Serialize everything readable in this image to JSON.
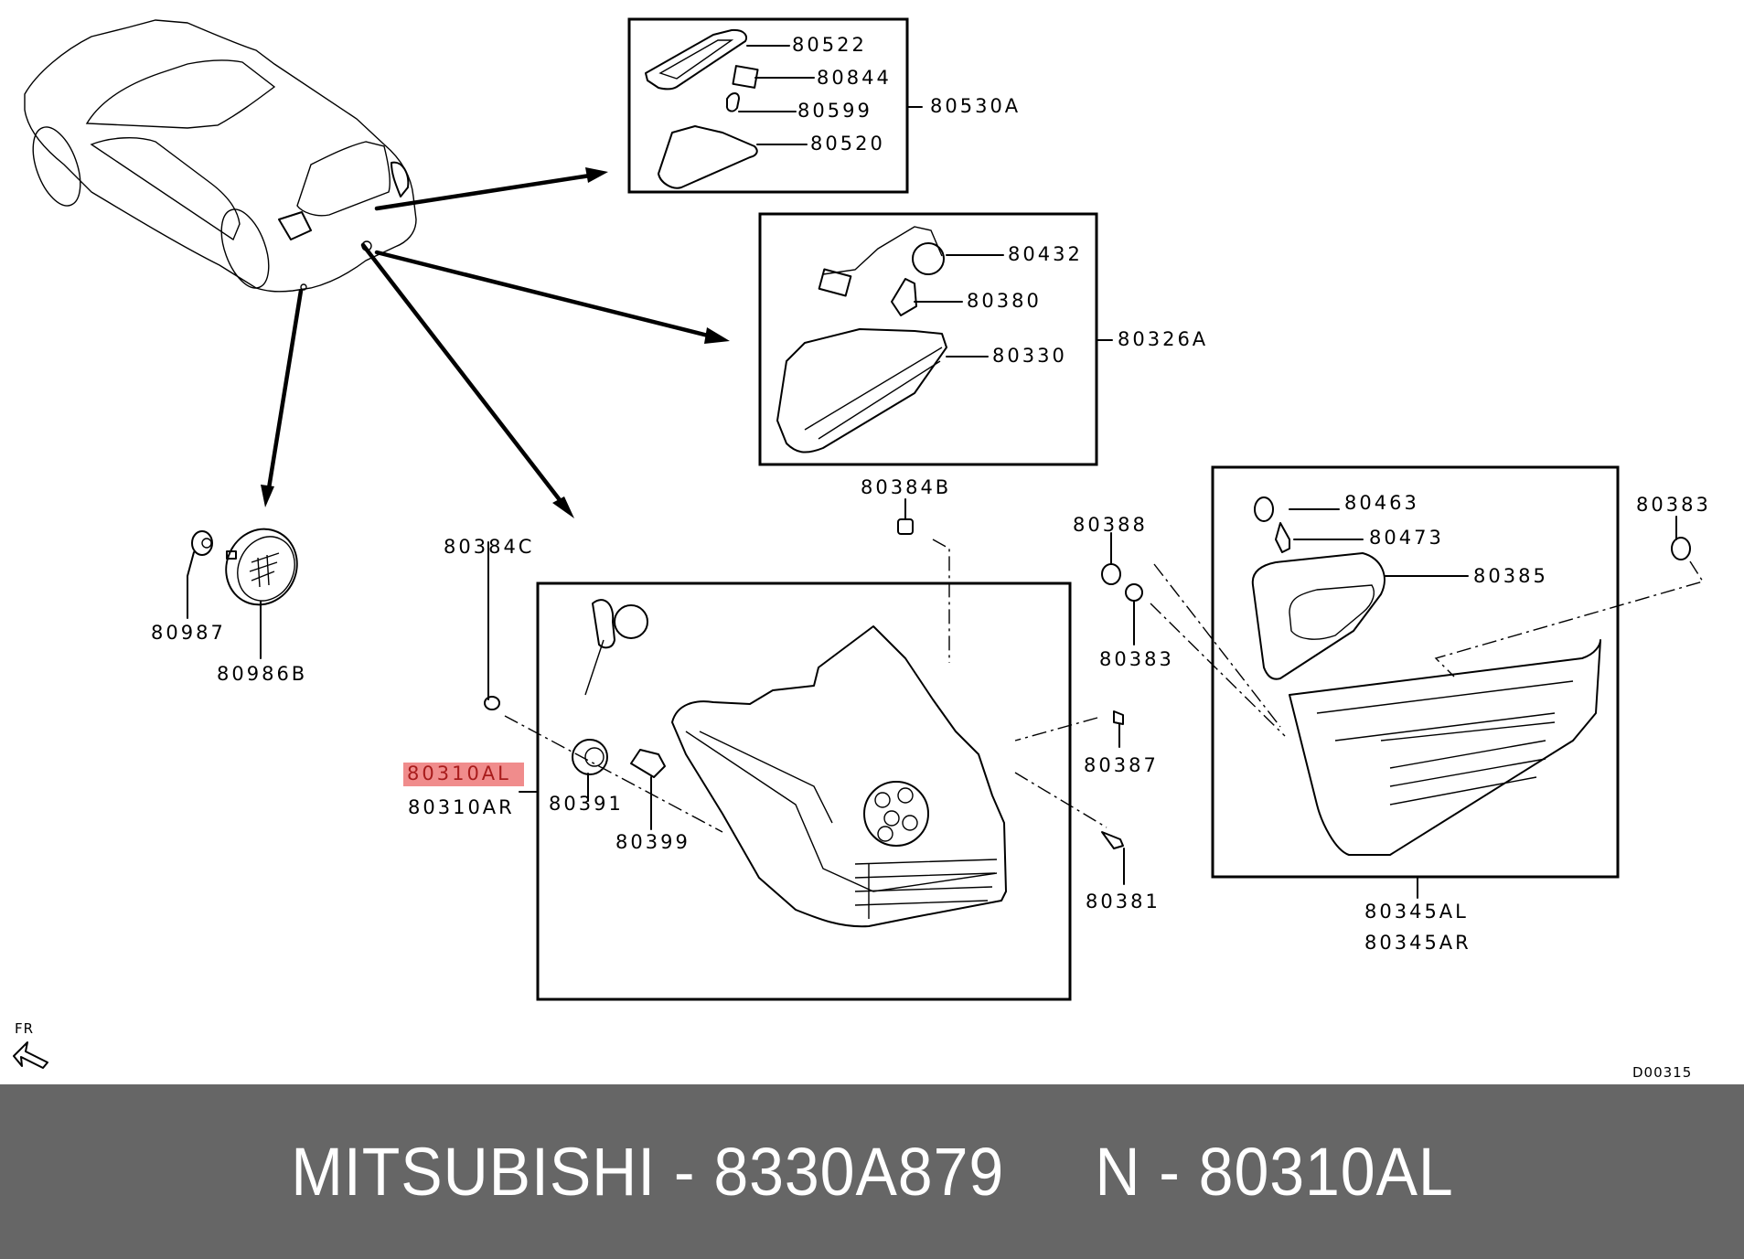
{
  "diagram": {
    "title_code": "D00315",
    "direction_label": "FR",
    "highlight_color": "#f08c8c",
    "highlight_text_color": "#a81c1c",
    "groups": {
      "license_lamp": {
        "assembly": "80530A",
        "parts": [
          "80522",
          "80844",
          "80599",
          "80520"
        ]
      },
      "side_lamp": {
        "assembly": "80326A",
        "parts": [
          "80432",
          "80380",
          "80330"
        ]
      },
      "reflector": {
        "parts": [
          "80987",
          "80986B"
        ]
      },
      "rear_combination_lamp": {
        "assembly_left": "80310AL",
        "assembly_right": "80310AR",
        "selected": "80310AL",
        "parts": [
          "80384C",
          "80391",
          "80399",
          "80384B",
          "80388",
          "80383",
          "80387",
          "80381"
        ]
      },
      "inner_lamp": {
        "assembly_left": "80345AL",
        "assembly_right": "80345AR",
        "parts": [
          "80463",
          "80473",
          "80385",
          "80383"
        ]
      }
    }
  },
  "banner": {
    "text": "MITSUBISHI - 8330A879     N - 80310AL",
    "background": "#666666",
    "text_color": "#ffffff"
  }
}
